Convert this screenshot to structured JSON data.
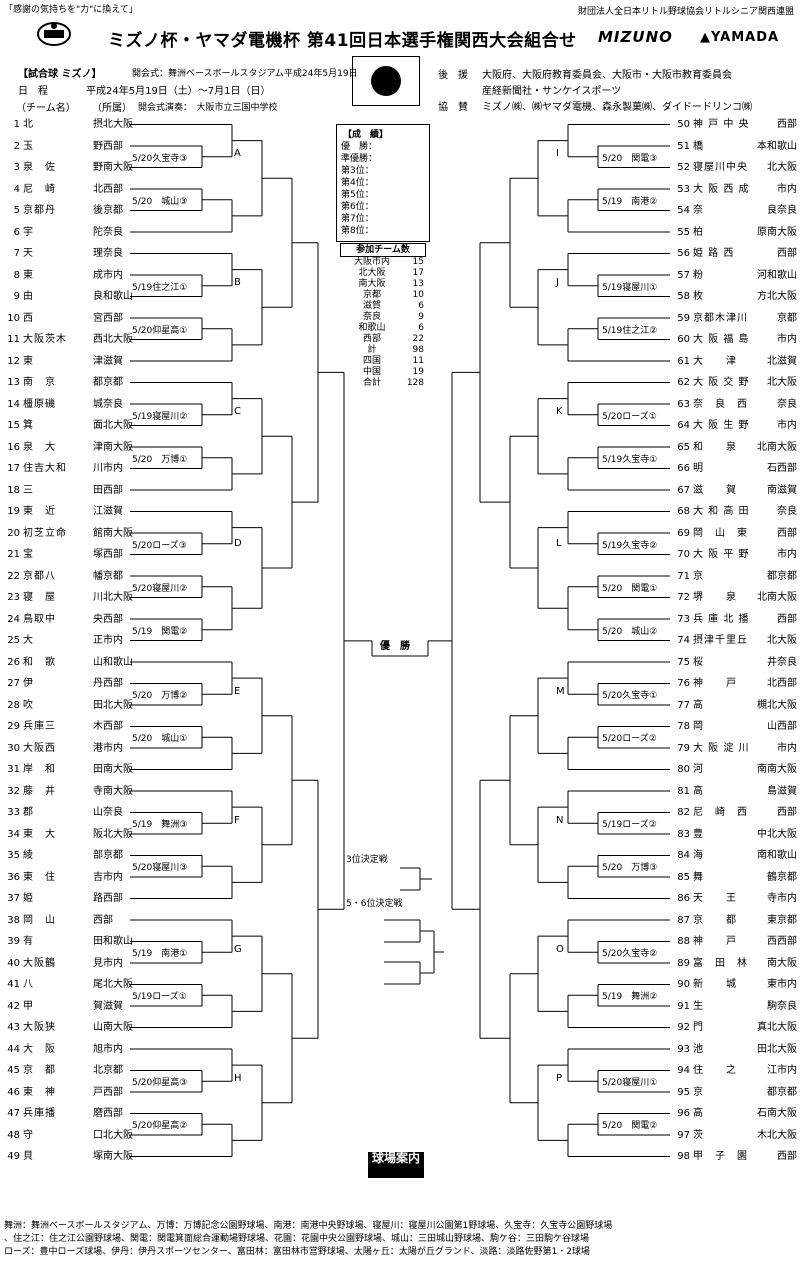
{
  "header": {
    "slogan": "「感謝の気持ちを\"力\"に換えて」",
    "org": "財団法人全日本リトル野球協会リトルシニア関西連盟",
    "title": "ミズノ杯・ヤマダ電機杯 第41回日本選手権関西大会組合せ",
    "sponsor_logo_1": "MIZUNO",
    "sponsor_logo_2": "YAMADA",
    "ball_label": "【試合球 ミズノ】",
    "opening_ceremony": "開会式：舞洲ベースボールスタジアム平成24年5月19日",
    "schedule_label": "日　程",
    "schedule": "平成24年5月19日（土）～7月1日（日）",
    "team_label": "（チーム名）",
    "affil_label": "（所属）",
    "rehearsal": "開会式演奏：　大阪市立三国中学校",
    "support_label": "後　援",
    "support_1": "大阪府、大阪府教育委員会、大阪市・大阪市教育委員会",
    "support_2": "産経新聞社・サンケイスポーツ",
    "cosponsor_label": "協　賛",
    "cosponsor": "ミズノ㈱、㈱ヤマダ電機、森永製菓㈱、ダイドードリンコ㈱"
  },
  "results": {
    "title": "【成　績】",
    "places": [
      "優　勝：",
      "準優勝：",
      "第3位：",
      "第4位：",
      "第5位：",
      "第6位：",
      "第7位：",
      "第8位："
    ]
  },
  "participants": {
    "title": "参加チーム数",
    "rows": [
      {
        "area": "大阪市内",
        "count": "15"
      },
      {
        "area": "北大阪",
        "count": "17"
      },
      {
        "area": "南大阪",
        "count": "13"
      },
      {
        "area": "京都",
        "count": "10"
      },
      {
        "area": "滋賀",
        "count": "6"
      },
      {
        "area": "奈良",
        "count": "9"
      },
      {
        "area": "和歌山",
        "count": "6"
      },
      {
        "area": "西部",
        "count": "22"
      },
      {
        "area": "計",
        "count": "98"
      },
      {
        "area": "四国",
        "count": "11"
      },
      {
        "area": "中国",
        "count": "19"
      },
      {
        "area": "合計",
        "count": "128"
      }
    ]
  },
  "final_label": "優　勝",
  "third_place_label": "3位決定戦",
  "fifth_place_label": "5・6位決定戦",
  "venue_guide_label": "球場案内",
  "left_teams": [
    {
      "num": "1",
      "name": "北",
      "region": "摂北大阪"
    },
    {
      "num": "2",
      "name": "玉",
      "region": "野西部"
    },
    {
      "num": "3",
      "name": "泉　佐",
      "region": "野南大阪"
    },
    {
      "num": "4",
      "name": "尼　崎",
      "region": "北西部"
    },
    {
      "num": "5",
      "name": "京都丹",
      "region": "後京都"
    },
    {
      "num": "6",
      "name": "宇",
      "region": "陀奈良"
    },
    {
      "num": "7",
      "name": "天",
      "region": "理奈良"
    },
    {
      "num": "8",
      "name": "東",
      "region": "成市内"
    },
    {
      "num": "9",
      "name": "由",
      "region": "良和歌山"
    },
    {
      "num": "10",
      "name": "西",
      "region": "宮西部"
    },
    {
      "num": "11",
      "name": "大阪茨木",
      "region": "西北大阪"
    },
    {
      "num": "12",
      "name": "東",
      "region": "津滋賀"
    },
    {
      "num": "13",
      "name": "南　京",
      "region": "都京都"
    },
    {
      "num": "14",
      "name": "橿原磯",
      "region": "城奈良"
    },
    {
      "num": "15",
      "name": "箕",
      "region": "面北大阪"
    },
    {
      "num": "16",
      "name": "泉　大",
      "region": "津南大阪"
    },
    {
      "num": "17",
      "name": "住吉大和",
      "region": "川市内"
    },
    {
      "num": "18",
      "name": "三",
      "region": "田西部"
    },
    {
      "num": "19",
      "name": "東　近",
      "region": "江滋賀"
    },
    {
      "num": "20",
      "name": "初芝立命",
      "region": "館南大阪"
    },
    {
      "num": "21",
      "name": "宝",
      "region": "塚西部"
    },
    {
      "num": "22",
      "name": "京都八",
      "region": "幡京都"
    },
    {
      "num": "23",
      "name": "寝　屋",
      "region": "川北大阪"
    },
    {
      "num": "24",
      "name": "鳥取中",
      "region": "央西部"
    },
    {
      "num": "25",
      "name": "大",
      "region": "正市内"
    },
    {
      "num": "26",
      "name": "和　歌",
      "region": "山和歌山"
    },
    {
      "num": "27",
      "name": "伊",
      "region": "丹西部"
    },
    {
      "num": "28",
      "name": "吹",
      "region": "田北大阪"
    },
    {
      "num": "29",
      "name": "兵庫三",
      "region": "木西部"
    },
    {
      "num": "30",
      "name": "大阪西",
      "region": "港市内"
    },
    {
      "num": "31",
      "name": "岸　和",
      "region": "田南大阪"
    },
    {
      "num": "32",
      "name": "藤　井",
      "region": "寺南大阪"
    },
    {
      "num": "33",
      "name": "郡",
      "region": "山奈良"
    },
    {
      "num": "34",
      "name": "東　大",
      "region": "阪北大阪"
    },
    {
      "num": "35",
      "name": "綾",
      "region": "部京都"
    },
    {
      "num": "36",
      "name": "東　住",
      "region": "吉市内"
    },
    {
      "num": "37",
      "name": "姫",
      "region": "路西部"
    },
    {
      "num": "38",
      "name": "岡　山",
      "region": "西部"
    },
    {
      "num": "39",
      "name": "有",
      "region": "田和歌山"
    },
    {
      "num": "40",
      "name": "大阪鶴",
      "region": "見市内"
    },
    {
      "num": "41",
      "name": "八",
      "region": "尾北大阪"
    },
    {
      "num": "42",
      "name": "甲",
      "region": "賀滋賀"
    },
    {
      "num": "43",
      "name": "大阪狭",
      "region": "山南大阪"
    },
    {
      "num": "44",
      "name": "大　阪",
      "region": "旭市内"
    },
    {
      "num": "45",
      "name": "京　都",
      "region": "北京都"
    },
    {
      "num": "46",
      "name": "東　神",
      "region": "戸西部"
    },
    {
      "num": "47",
      "name": "兵庫播",
      "region": "磨西部"
    },
    {
      "num": "48",
      "name": "守",
      "region": "口北大阪"
    },
    {
      "num": "49",
      "name": "貝",
      "region": "塚南大阪"
    }
  ],
  "right_teams": [
    {
      "num": "50",
      "name": "神 戸 中 央",
      "region": "西部"
    },
    {
      "num": "51",
      "name": "橋",
      "region": "本和歌山"
    },
    {
      "num": "52",
      "name": "寝屋川中央",
      "region": "北大阪"
    },
    {
      "num": "53",
      "name": "大 阪 西 成",
      "region": "市内"
    },
    {
      "num": "54",
      "name": "奈",
      "region": "良奈良"
    },
    {
      "num": "55",
      "name": "柏",
      "region": "原南大阪"
    },
    {
      "num": "56",
      "name": "姫 路 西",
      "region": "西部"
    },
    {
      "num": "57",
      "name": "粉",
      "region": "河和歌山"
    },
    {
      "num": "58",
      "name": "枚",
      "region": "方北大阪"
    },
    {
      "num": "59",
      "name": "京都木津川",
      "region": "京都"
    },
    {
      "num": "60",
      "name": "大 阪 福 島",
      "region": "市内"
    },
    {
      "num": "61",
      "name": "大　　津",
      "region": "北滋賀"
    },
    {
      "num": "62",
      "name": "大 阪 交 野",
      "region": "北大阪"
    },
    {
      "num": "63",
      "name": "奈　良　西",
      "region": "奈良"
    },
    {
      "num": "64",
      "name": "大 阪 生 野",
      "region": "市内"
    },
    {
      "num": "65",
      "name": "和　　泉",
      "region": "北南大阪"
    },
    {
      "num": "66",
      "name": "明",
      "region": "石西部"
    },
    {
      "num": "67",
      "name": "滋　　賀",
      "region": "南滋賀"
    },
    {
      "num": "68",
      "name": "大 和 高 田",
      "region": "奈良"
    },
    {
      "num": "69",
      "name": "岡　山　東",
      "region": "西部"
    },
    {
      "num": "70",
      "name": "大 阪 平 野",
      "region": "市内"
    },
    {
      "num": "71",
      "name": "京",
      "region": "都京都"
    },
    {
      "num": "72",
      "name": "堺　　泉",
      "region": "北南大阪"
    },
    {
      "num": "73",
      "name": "兵 庫 北 播",
      "region": "西部"
    },
    {
      "num": "74",
      "name": "摂津千里丘",
      "region": "北大阪"
    },
    {
      "num": "75",
      "name": "桜",
      "region": "井奈良"
    },
    {
      "num": "76",
      "name": "神　　戸",
      "region": "北西部"
    },
    {
      "num": "77",
      "name": "高",
      "region": "槻北大阪"
    },
    {
      "num": "78",
      "name": "岡",
      "region": "山西部"
    },
    {
      "num": "79",
      "name": "大 阪 淀 川",
      "region": "市内"
    },
    {
      "num": "80",
      "name": "河",
      "region": "南南大阪"
    },
    {
      "num": "81",
      "name": "高",
      "region": "島滋賀"
    },
    {
      "num": "82",
      "name": "尼　崎　西",
      "region": "西部"
    },
    {
      "num": "83",
      "name": "豊",
      "region": "中北大阪"
    },
    {
      "num": "84",
      "name": "海",
      "region": "南和歌山"
    },
    {
      "num": "85",
      "name": "舞",
      "region": "鶴京都"
    },
    {
      "num": "86",
      "name": "天　　王",
      "region": "寺市内"
    },
    {
      "num": "87",
      "name": "京　　都",
      "region": "東京都"
    },
    {
      "num": "88",
      "name": "神　　戸",
      "region": "西西部"
    },
    {
      "num": "89",
      "name": "富　田　林",
      "region": "南大阪"
    },
    {
      "num": "90",
      "name": "新　　城",
      "region": "東市内"
    },
    {
      "num": "91",
      "name": "生",
      "region": "駒奈良"
    },
    {
      "num": "92",
      "name": "門",
      "region": "真北大阪"
    },
    {
      "num": "93",
      "name": "池",
      "region": "田北大阪"
    },
    {
      "num": "94",
      "name": "住　　之",
      "region": "江市内"
    },
    {
      "num": "95",
      "name": "京",
      "region": "都京都"
    },
    {
      "num": "96",
      "name": "高",
      "region": "石南大阪"
    },
    {
      "num": "97",
      "name": "茨",
      "region": "木北大阪"
    },
    {
      "num": "98",
      "name": "甲　子　園",
      "region": "西部"
    }
  ],
  "left_matches": [
    {
      "label": "5/20久宝寺③"
    },
    {
      "label": "5/20　城山③"
    },
    {
      "label": "5/19住之江①"
    },
    {
      "label": "5/20仰星高①"
    },
    {
      "label": "5/19寝屋川②"
    },
    {
      "label": "5/20　万博①"
    },
    {
      "label": "5/20ローズ③"
    },
    {
      "label": "5/20寝屋川②"
    },
    {
      "label": "5/19　関電②"
    },
    {
      "label": "5/20　万博②"
    },
    {
      "label": "5/20　城山①"
    },
    {
      "label": "5/19　舞洲③"
    },
    {
      "label": "5/20寝屋川③"
    },
    {
      "label": "5/19　南港①"
    },
    {
      "label": "5/19ローズ①"
    },
    {
      "label": "5/20仰星高③"
    },
    {
      "label": "5/20仰星高②"
    }
  ],
  "right_matches": [
    {
      "label": "5/20　関電③"
    },
    {
      "label": "5/19　南港②"
    },
    {
      "label": "5/19寝屋川①"
    },
    {
      "label": "5/19住之江②"
    },
    {
      "label": "5/20ローズ①"
    },
    {
      "label": "5/19久宝寺①"
    },
    {
      "label": "5/19久宝寺②"
    },
    {
      "label": "5/20　関電①"
    },
    {
      "label": "5/20　城山②"
    },
    {
      "label": "5/20久宝寺①"
    },
    {
      "label": "5/20ローズ②"
    },
    {
      "label": "5/19ローズ②"
    },
    {
      "label": "5/20　万博③"
    },
    {
      "label": "5/20久宝寺②"
    },
    {
      "label": "5/19　舞洲②"
    },
    {
      "label": "5/20寝屋川①"
    },
    {
      "label": "5/20　関電②"
    }
  ],
  "groups_left": [
    "A",
    "B",
    "C",
    "D",
    "E",
    "F",
    "G",
    "H"
  ],
  "groups_right": [
    "I",
    "J",
    "K",
    "L",
    "M",
    "N",
    "O",
    "P"
  ],
  "footer": {
    "line1": "舞洲：舞洲ベースボールスタジアム、万博：万博記念公園野球場、南港：南港中央野球場、寝屋川：寝屋川公園第1野球場、久宝寺：久宝寺公園野球場",
    "line2": "、住之江：住之江公園野球場、関電：関電箕面総合運動場野球場、花園：花園中央公園野球場、城山：三田城山野球場、駒ケ谷：三田駒ケ谷球場",
    "line3": "ローズ：豊中ローズ球場、伊丹：伊丹スポーツセンター、富田林：富田林市営野球場、太陽ヶ丘：太陽が丘グランド、淡路：淡路佐野第1・2球場"
  }
}
